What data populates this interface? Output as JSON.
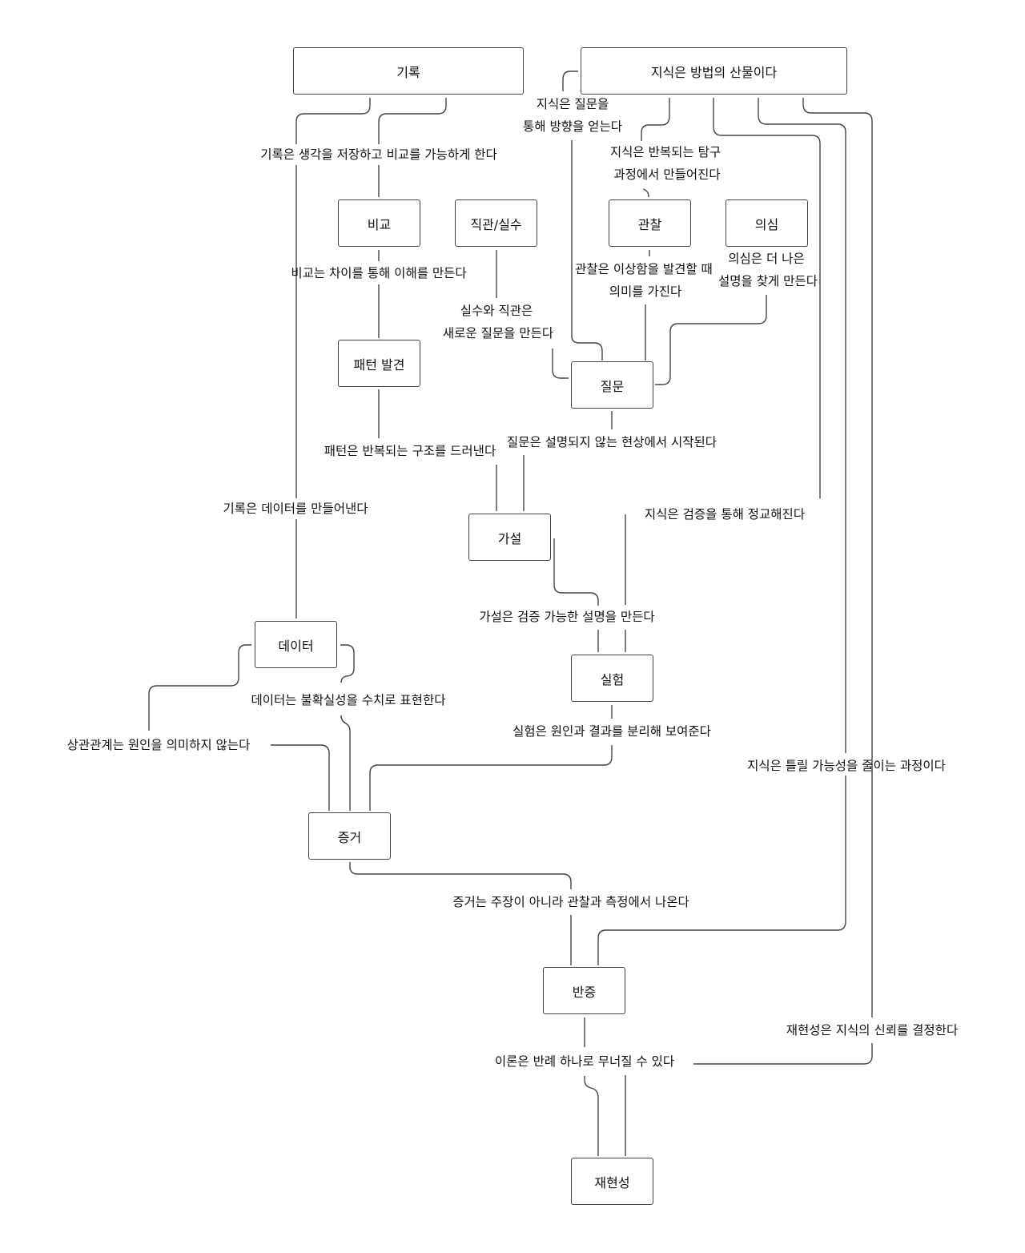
{
  "diagram": {
    "nodes": {
      "record": "기록",
      "knowledge": "지식은 방법의 산물이다",
      "compare": "비교",
      "intuition": "직관/실수",
      "observe": "관찰",
      "doubt": "의심",
      "pattern": "패턴 발견",
      "question": "질문",
      "hypothesis": "가설",
      "data": "데이터",
      "experiment": "실험",
      "evidence": "증거",
      "falsify": "반증",
      "reproduce": "재현성"
    },
    "edges": {
      "record_compare": "기록은 생각을 저장하고 비교를 가능하게 한다",
      "record_data": "기록은 데이터를 만들어낸다",
      "knowledge_question_1": "지식은 질문을",
      "knowledge_question_2": "통해 방향을 얻는다",
      "knowledge_observe_1": "지식은 반복되는 탐구",
      "knowledge_observe_2": "과정에서 만들어진다",
      "compare_pattern": "비교는 차이를 통해 이해를 만든다",
      "intuition_question_1": "실수와 직관은",
      "intuition_question_2": "새로운 질문을 만든다",
      "observe_question_1": "관찰은 이상함을 발견할 때",
      "observe_question_2": "의미를 가진다",
      "doubt_question_1": "의심은 더 나은",
      "doubt_question_2": "설명을 찾게 만든다",
      "pattern_hypothesis": "패턴은 반복되는 구조를 드러낸다",
      "question_hypothesis": "질문은 설명되지 않는 현상에서 시작된다",
      "knowledge_experiment": "지식은 검증을 통해 정교해진다",
      "hypothesis_experiment": "가설은 검증 가능한 설명을 만든다",
      "data_evidence": "데이터는 불확실성을 수치로 표현한다",
      "data_evidence_corr": "상관관계는 원인을 의미하지 않는다",
      "experiment_evidence": "실험은 원인과 결과를 분리해 보여준다",
      "knowledge_falsify": "지식은 틀릴 가능성을 줄이는 과정이다",
      "evidence_falsify": "증거는 주장이 아니라 관찰과 측정에서 나온다",
      "knowledge_reproduce": "재현성은 지식의 신뢰를 결정한다",
      "falsify_reproduce": "이론은 반례 하나로 무너질 수 있다"
    }
  }
}
